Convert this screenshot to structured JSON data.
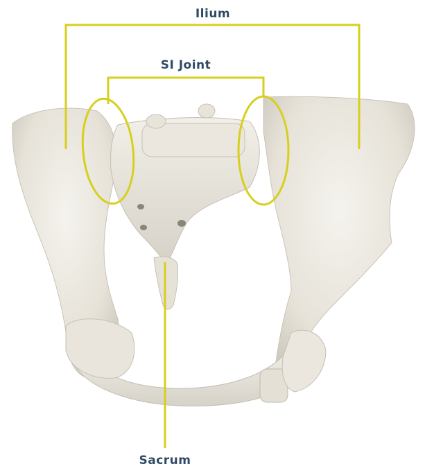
{
  "labels": {
    "ilium": "Ilium",
    "si_joint": "SI Joint",
    "sacrum": "Sacrum"
  },
  "colors": {
    "annotation": "#d7cf1e",
    "label_text": "#2f4a66",
    "bone": "#ece9e1",
    "bone_shadow": "#cfcbc1",
    "background": "#ffffff"
  }
}
